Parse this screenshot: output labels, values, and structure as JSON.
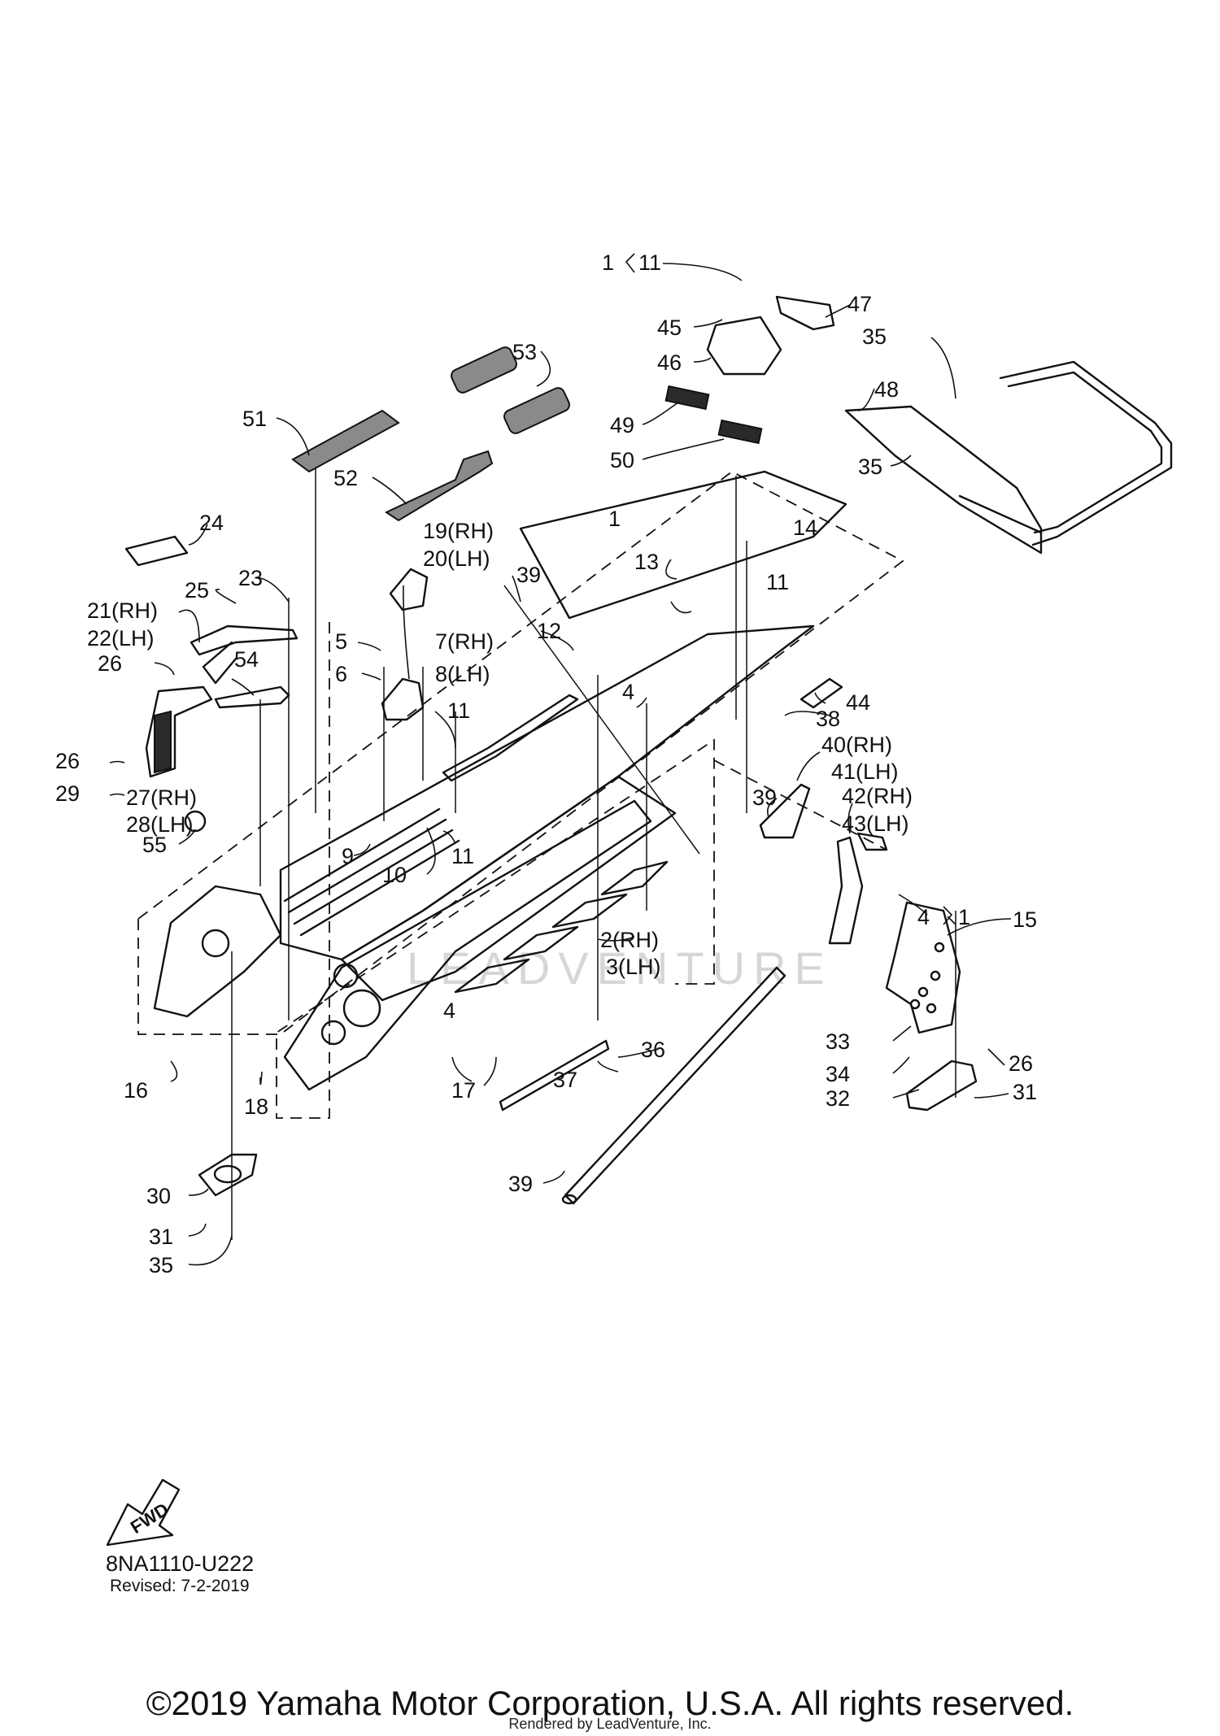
{
  "diagram": {
    "code": "8NA1110-U222",
    "revised": "Revised: 7-2-2019",
    "copyright": "©2019 Yamaha Motor Corporation, U.S.A. All rights reserved.",
    "rendered_by": "Rendered by LeadVenture, Inc.",
    "watermark": "LEADVENTURE",
    "direction_arrow_label": "FWD",
    "callouts": [
      "1",
      "11",
      "45",
      "46",
      "47",
      "35",
      "48",
      "35",
      "53",
      "51",
      "52",
      "49",
      "50",
      "24",
      "25",
      "23",
      "21(RH)",
      "22(LH)",
      "19(RH)",
      "20(LH)",
      "39",
      "1",
      "13",
      "14",
      "11",
      "26",
      "54",
      "5",
      "7(RH)",
      "6",
      "8(LH)",
      "12",
      "4",
      "44",
      "38",
      "11",
      "26",
      "29",
      "27(RH)",
      "28(LH)",
      "40(RH)",
      "41(LH)",
      "39",
      "42(RH)",
      "43(LH)",
      "55",
      "9",
      "10",
      "11",
      "4",
      "1",
      "15",
      "2(RH)",
      "3(LH)",
      "33",
      "34",
      "26",
      "4",
      "36",
      "32",
      "31",
      "16",
      "18",
      "17",
      "37",
      "39",
      "30",
      "31",
      "35"
    ]
  }
}
